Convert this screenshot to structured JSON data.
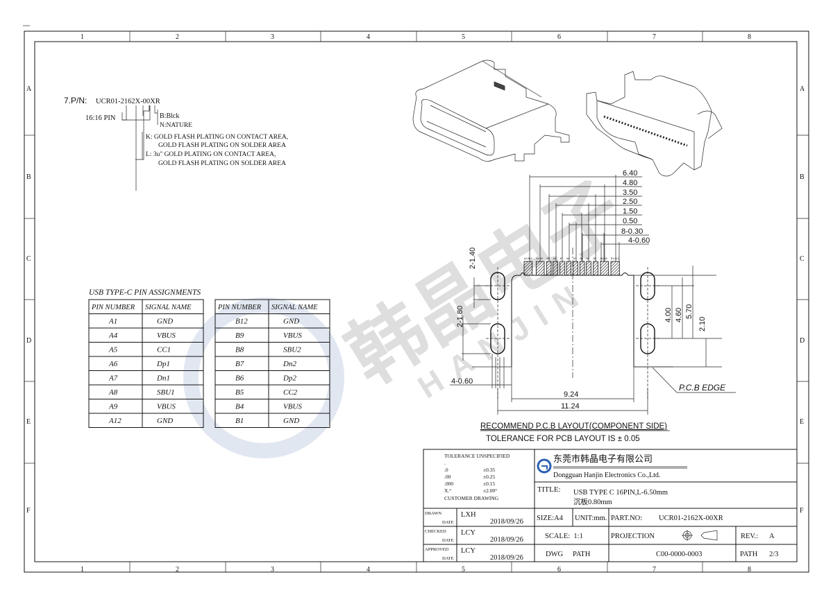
{
  "frame": {
    "columns": [
      "1",
      "2",
      "3",
      "4",
      "5",
      "6",
      "7",
      "8"
    ],
    "rows": [
      "A",
      "B",
      "C",
      "D",
      "E",
      "F"
    ]
  },
  "part_number_note": {
    "heading": "7.P/N:",
    "pn": "UCR01-2162X-00XR",
    "pin": "16:16 PIN",
    "color_b": "B:Blck",
    "color_n": "N:NATURE",
    "plating_k1": "K: GOLD FLASH PLATING ON CONTACT AREA,",
    "plating_k2": "GOLD FLASH PLATING ON SOLDER AREA",
    "plating_l1": "L: 3u\" GOLD PLATING ON CONTACT AREA,",
    "plating_l2": "GOLD FLASH PLATING ON SOLDER AREA"
  },
  "pin_table": {
    "title": "USB TYPE-C PIN ASSIGNMENTS",
    "headers": [
      "PIN NUMBER",
      "SIGNAL NAME"
    ],
    "left": [
      [
        "A1",
        "GND"
      ],
      [
        "A4",
        "VBUS"
      ],
      [
        "A5",
        "CC1"
      ],
      [
        "A6",
        "Dp1"
      ],
      [
        "A7",
        "Dn1"
      ],
      [
        "A8",
        "SBU1"
      ],
      [
        "A9",
        "VBUS"
      ],
      [
        "A12",
        "GND"
      ]
    ],
    "right": [
      [
        "B12",
        "GND"
      ],
      [
        "B9",
        "VBUS"
      ],
      [
        "B8",
        "SBU2"
      ],
      [
        "B7",
        "Dn2"
      ],
      [
        "B6",
        "Dp2"
      ],
      [
        "B5",
        "CC2"
      ],
      [
        "B4",
        "VBUS"
      ],
      [
        "B1",
        "GND"
      ]
    ]
  },
  "watermark": {
    "cn": "韩晶电子",
    "en": "HANJIN"
  },
  "pcb_layout": {
    "pad_labels": [
      "A1 B12",
      "A4 B9",
      "B8",
      "A5",
      "B7",
      "A6",
      "A7",
      "B6",
      "A8",
      "B5",
      "B4 A9",
      "B1 A12"
    ],
    "dims_top": [
      "6.40",
      "4.80",
      "3.50",
      "2.50",
      "1.50",
      "0.50",
      "8-0.30",
      "4-0.60"
    ],
    "dim_2_140": "2-1.40",
    "dim_2_180": "2-1.80",
    "dim_4_060_bottom": "4-0.60",
    "dim_400": "4.00",
    "dim_460": "4.60",
    "dim_570": "5.70",
    "dim_210": "2.10",
    "dim_924": "9.24",
    "dim_1124": "11.24",
    "pcb_edge": "P.C.B EDGE",
    "caption": "RECOMMEND P.C.B LAYOUT(COMPONENT SIDE)",
    "tolerance": "TOLERANCE FOR PCB LAYOUT IS ± 0.05"
  },
  "title_block": {
    "tol_heading": "TOLERANCE UNSPECIFIED",
    "tol_rows": [
      [
        ".",
        ""
      ],
      [
        ".0",
        "±0.35"
      ],
      [
        ".00",
        "±0.25"
      ],
      [
        ".000",
        "±0.15"
      ],
      [
        "X.°",
        "±2.00°"
      ]
    ],
    "customer": "CUSTOMER DRAWING",
    "company_cn": "东莞市韩晶电子有限公司",
    "company_en": "Dongguan Hanjin Electronics Co.,Ltd.",
    "title_label": "TITLE:",
    "title_line1": "USB TYPE C 16PIN,L-6.50mm",
    "title_line2": "沉板0.80mm",
    "drawn_label": "DRAWN",
    "checked_label": "CHECKED",
    "approved_label": "APPROVED",
    "date_label": "DATE",
    "drawn": "LXH",
    "checked": "LCY",
    "approved": "LCY",
    "drawn_date": "2018/09/26",
    "checked_date": "2018/09/26",
    "approved_date": "2018/09/26",
    "size": "SIZE:A4",
    "unit": "UNIT:mm.",
    "part_no_label": "PART.NO:",
    "part_no": "UCR01-2162X-00XR",
    "scale": "SCALE:  1:1",
    "projection": "PROJECTION",
    "rev_label": "REV.:",
    "rev": "A",
    "dwg": "DWG",
    "path": "PATH",
    "dwg_no": "C00-0000-0003",
    "path_label": "PATH",
    "path_value": "2/3"
  }
}
